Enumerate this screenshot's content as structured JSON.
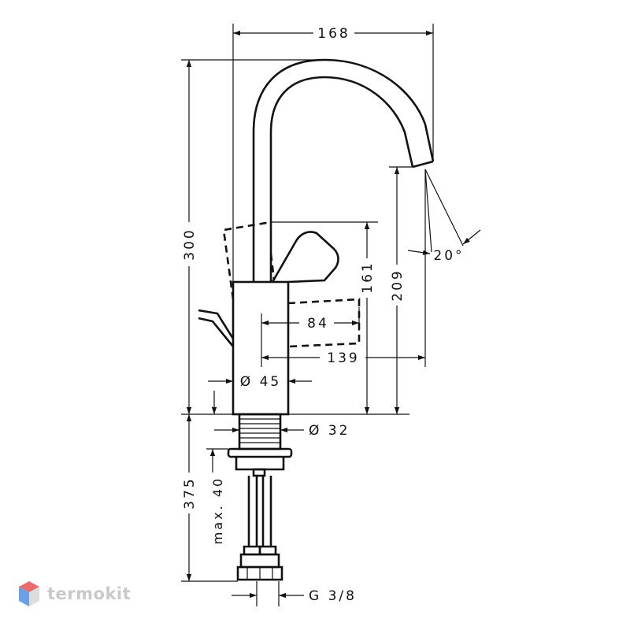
{
  "dimensions": {
    "width_total": "168",
    "height_total": "300",
    "spout_to_handle": "161",
    "spout_height": "209",
    "handle_reach": "84",
    "spout_reach": "139",
    "body_diameter": "Ø 45",
    "thread_diameter": "Ø 32",
    "angle": "20°",
    "install_depth": "375",
    "max_thickness": "max. 40",
    "connection": "G 3/8"
  },
  "logo": {
    "text": "termokit",
    "colors": [
      "#e86a6a",
      "#6aa0e8",
      "#e8e8e8"
    ]
  }
}
